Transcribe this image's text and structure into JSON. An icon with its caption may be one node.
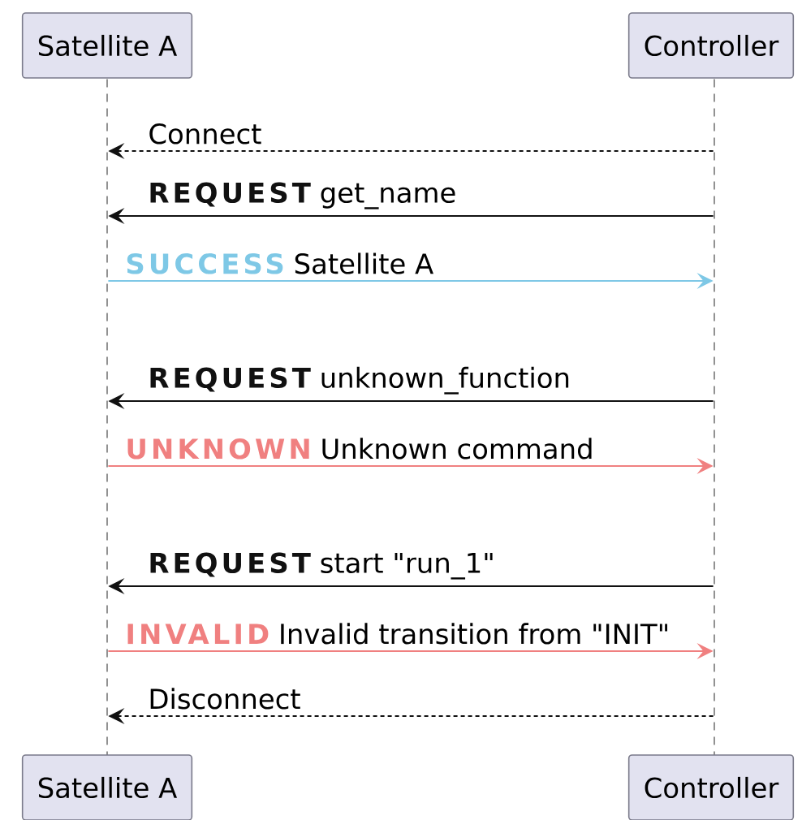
{
  "diagram": {
    "nodes": [
      {
        "text": [
          "Satellite A"
        ]
      },
      {
        "text": [
          "Controller"
        ]
      },
      {
        "text": [],
        "shape": "line"
      },
      {
        "text": [],
        "shape": "line"
      },
      {
        "text": [
          "Satellite A"
        ]
      },
      {
        "text": [
          "Controller"
        ]
      }
    ],
    "edges": [
      {
        "from": 3,
        "to": 2,
        "arrow": "to",
        "style": "dashed",
        "label": "Connect"
      },
      {
        "from": 3,
        "to": 2,
        "arrow": "to",
        "label": "**REQUEST** get_name"
      },
      {
        "from": 2,
        "to": 3,
        "arrow": "to",
        "color": "#7ec8e6",
        "label": "**SUCCESS** Satellite A"
      },
      {
        "from": 3,
        "to": 2,
        "arrow": "to",
        "label": "**REQUEST** unknown_function"
      },
      {
        "from": 2,
        "to": 3,
        "arrow": "to",
        "color": "#f08080",
        "label": "**UNKNOWN** Unknown command"
      },
      {
        "from": 3,
        "to": 2,
        "arrow": "to",
        "label": "**REQUEST** start \"run_1\""
      },
      {
        "from": 2,
        "to": 3,
        "arrow": "to",
        "color": "#f08080",
        "label": "**INVALID** Invalid transition from \"INIT\""
      },
      {
        "from": 3,
        "to": 2,
        "arrow": "to",
        "style": "dashed",
        "label": "Disconnect"
      }
    ]
  }
}
